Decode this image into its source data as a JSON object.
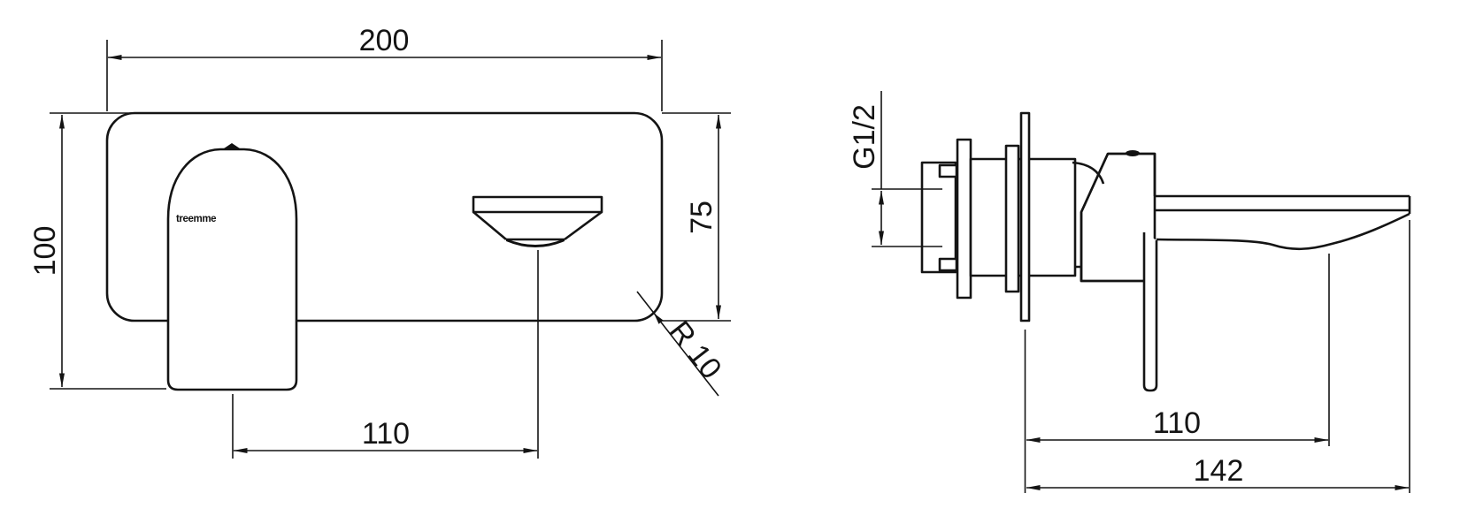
{
  "drawing": {
    "type": "technical-dimension-drawing",
    "front_view": {
      "brand_label": "treemme",
      "dims": {
        "plate_width": "200",
        "overall_height": "100",
        "plate_height": "75",
        "handle_to_spout": "110",
        "corner_radius": "R 10"
      }
    },
    "side_view": {
      "dims": {
        "inlet_thread": "G1/2",
        "wall_to_aerator": "110",
        "wall_to_spout_tip": "142"
      }
    },
    "colors": {
      "line": "#141414",
      "background": "#ffffff"
    }
  }
}
